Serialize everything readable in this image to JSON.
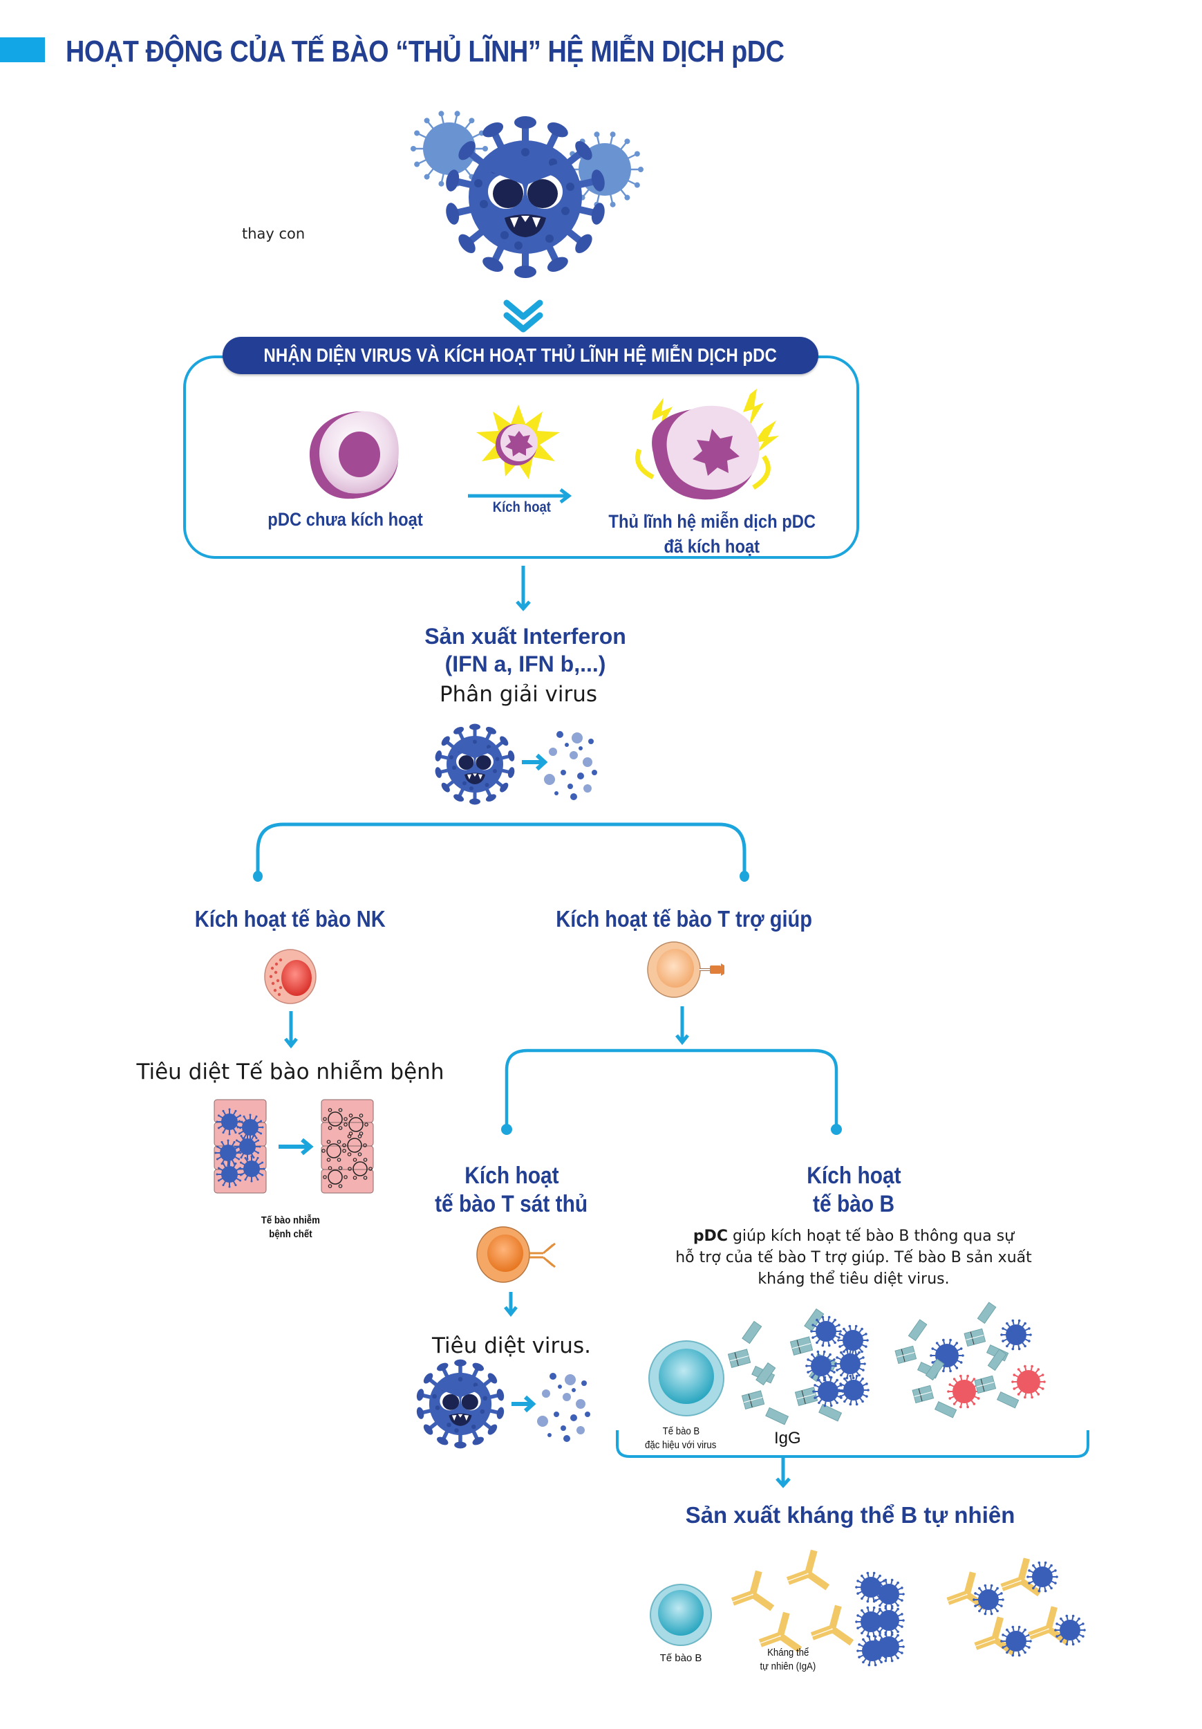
{
  "header": {
    "title": "HOẠT ĐỘNG CỦA TẾ BÀO “THỦ LĨNH” HỆ MIỄN DỊCH pDC",
    "accent_color": "#12a6e6",
    "title_color": "#223f91"
  },
  "top": {
    "placeholder_note": "thay con",
    "virus_icon": "angry-virus-icon"
  },
  "stage1": {
    "header": "NHẬN DIỆN VIRUS VÀ KÍCH HOẠT THỦ LĨNH HỆ MIỄN DỊCH pDC",
    "inactive_label": "pDC chưa kích hoạt",
    "arrow_label": "Kích hoạt",
    "active_label_line1": "Thủ lĩnh hệ miễn dịch pDC",
    "active_label_line2": "đã kích hoạt"
  },
  "interferon": {
    "title_line1": "Sản xuất Interferon",
    "title_line2": "(IFN a, IFN b,...)",
    "subtitle": "Phân giải virus"
  },
  "nk": {
    "heading": "Kích hoạt tế bào NK",
    "result": "Tiêu diệt Tế bào nhiễm bệnh",
    "caption_line1": "Tế bào nhiễm",
    "caption_line2": "bệnh chết"
  },
  "t_helper": {
    "heading": "Kích hoạt tế bào T trợ giúp"
  },
  "t_killer": {
    "heading_line1": "Kích hoạt",
    "heading_line2": "tế bào T sát thủ",
    "result": "Tiêu diệt virus."
  },
  "b_cell": {
    "heading_line1": "Kích hoạt",
    "heading_line2": "tế bào B",
    "desc_bold": "pDC",
    "desc_line1_rest": " giúp kích hoạt tế bào B thông qua sự",
    "desc_line2": "hỗ trợ của tế bào T trợ giúp. Tế bào B sản xuất",
    "desc_line3": "kháng thể tiêu diệt virus.",
    "cell_caption_line1": "Tế bào B",
    "cell_caption_line2": "đặc hiệu với virus",
    "antibody_label": "IgG"
  },
  "natural": {
    "heading": "Sản xuất kháng thể B tự nhiên",
    "cell_caption": "Tế bào B",
    "antibody_caption_line1": "Kháng thể",
    "antibody_caption_line2": "tự nhiên (IgA)"
  },
  "colors": {
    "connector": "#1ba5dc",
    "navy": "#223f91",
    "virus": "#3d5fb5",
    "pdc_purple": "#a24a93",
    "nk_red": "#e0413b",
    "t_orange": "#f0a868",
    "b_cyan": "#3fb8cf",
    "igg": "#8fbfc4",
    "iga": "#f2c867",
    "infected_red": "#f2656c"
  }
}
